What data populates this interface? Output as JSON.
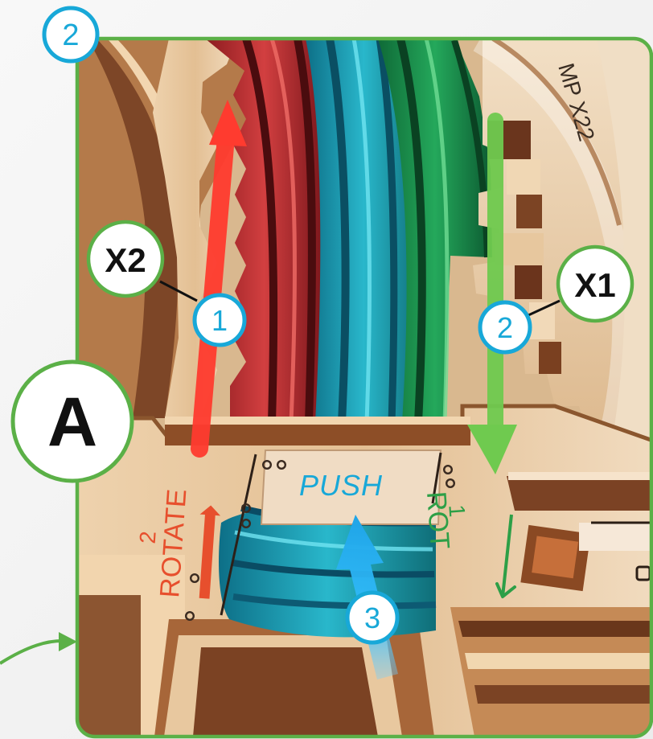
{
  "step_badge": "2",
  "callout_a": "A",
  "callout_x2": "X2",
  "callout_x1": "X1",
  "sequence_1": "1",
  "sequence_2": "2",
  "sequence_3": "3",
  "label_push": "PUSH",
  "label_rotate_left_number": "2",
  "label_rotate_left": "ROTATE",
  "label_rotate_right_number": "1",
  "label_rotate_right": "ROT",
  "part_text": "MP X22",
  "colors": {
    "frame_green": "#5bb047",
    "badge_cyan": "#18a8d8",
    "arrow_red": "#ff3b2f",
    "arrow_green": "#6fca4f",
    "arrow_blue": "#2eb8ee",
    "wood": "#e7c79e",
    "wood_dark": "#8b4d28",
    "red_layer": "#c8343d",
    "teal_layer": "#17a4b5",
    "green_layer": "#1d9650"
  }
}
